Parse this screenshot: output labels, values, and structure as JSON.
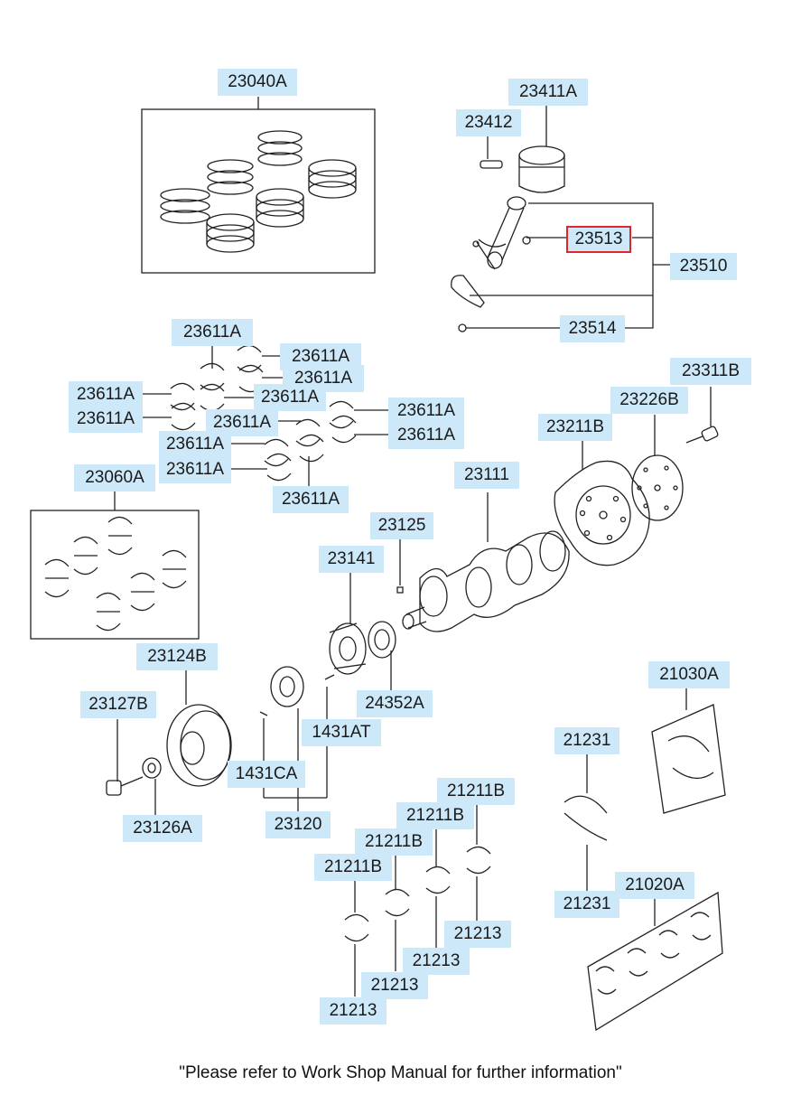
{
  "footer_note": "\"Please refer to Work Shop Manual for further information\"",
  "highlight_color": "#e0262b",
  "label_color": "#cde8f8",
  "labels": [
    {
      "id": "l1",
      "text": "23040A"
    },
    {
      "id": "l2",
      "text": "23411A"
    },
    {
      "id": "l3",
      "text": "23412"
    },
    {
      "id": "l4",
      "text": "23513",
      "highlighted": true
    },
    {
      "id": "l5",
      "text": "23510"
    },
    {
      "id": "l6",
      "text": "23514"
    },
    {
      "id": "l7",
      "text": "23611A"
    },
    {
      "id": "l8",
      "text": "23611A"
    },
    {
      "id": "l9",
      "text": "23611A"
    },
    {
      "id": "l10",
      "text": "23611A"
    },
    {
      "id": "l11",
      "text": "23611A"
    },
    {
      "id": "l12",
      "text": "23611A"
    },
    {
      "id": "l13",
      "text": "23611A"
    },
    {
      "id": "l14",
      "text": "23611A"
    },
    {
      "id": "l15",
      "text": "23611A"
    },
    {
      "id": "l16",
      "text": "23611A"
    },
    {
      "id": "l17",
      "text": "23611A"
    },
    {
      "id": "l18",
      "text": "23611A"
    },
    {
      "id": "l19",
      "text": "23311B"
    },
    {
      "id": "l20",
      "text": "23226B"
    },
    {
      "id": "l21",
      "text": "23211B"
    },
    {
      "id": "l22",
      "text": "23060A"
    },
    {
      "id": "l23",
      "text": "23111"
    },
    {
      "id": "l24",
      "text": "23125"
    },
    {
      "id": "l25",
      "text": "23141"
    },
    {
      "id": "l26",
      "text": "23124B"
    },
    {
      "id": "l27",
      "text": "24352A"
    },
    {
      "id": "l28",
      "text": "21030A"
    },
    {
      "id": "l29",
      "text": "23127B"
    },
    {
      "id": "l30",
      "text": "1431AT"
    },
    {
      "id": "l31",
      "text": "21231"
    },
    {
      "id": "l32",
      "text": "1431CA"
    },
    {
      "id": "l33",
      "text": "21211B"
    },
    {
      "id": "l34",
      "text": "23126A"
    },
    {
      "id": "l35",
      "text": "23120"
    },
    {
      "id": "l36",
      "text": "21211B"
    },
    {
      "id": "l37",
      "text": "21211B"
    },
    {
      "id": "l38",
      "text": "21211B"
    },
    {
      "id": "l39",
      "text": "21231"
    },
    {
      "id": "l40",
      "text": "21020A"
    },
    {
      "id": "l41",
      "text": "21213"
    },
    {
      "id": "l42",
      "text": "21213"
    },
    {
      "id": "l43",
      "text": "21213"
    },
    {
      "id": "l44",
      "text": "21213"
    }
  ]
}
